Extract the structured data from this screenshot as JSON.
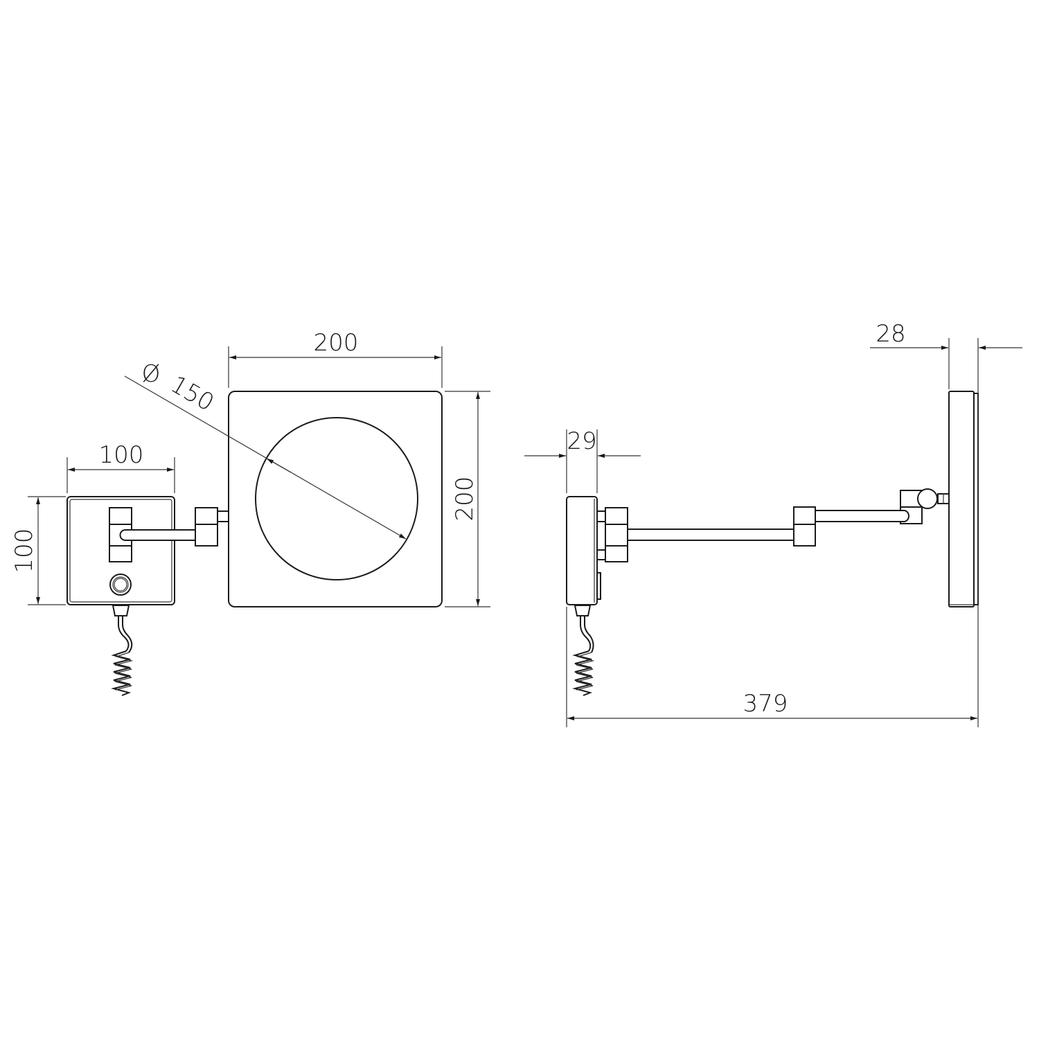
{
  "front_view": {
    "mirror_width": "200",
    "mirror_height": "200",
    "diameter_symbol": "Ø",
    "mirror_diameter": "150",
    "plate_width": "100",
    "plate_height": "100"
  },
  "side_view": {
    "plate_depth": "29",
    "mirror_depth": "28",
    "total_projection": "379"
  },
  "colors": {
    "line": "#1a1a1a",
    "background": "#ffffff"
  }
}
